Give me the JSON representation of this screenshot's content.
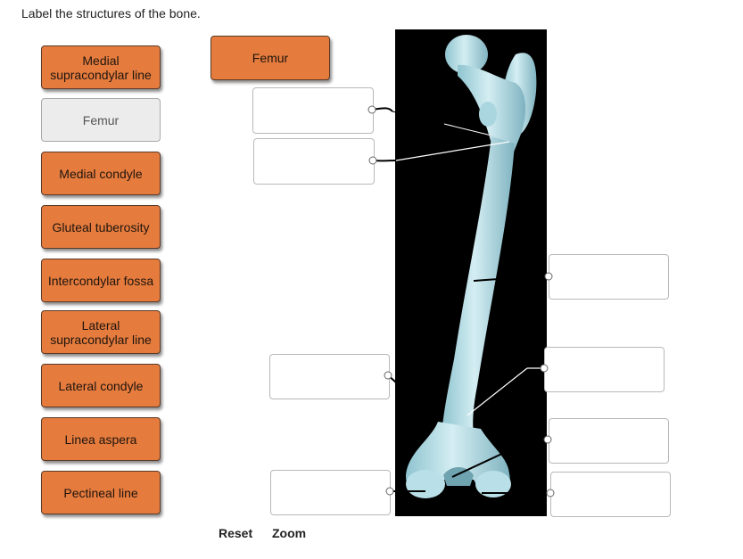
{
  "instruction": "Label the structures of the bone.",
  "label_bank": [
    {
      "label": "Medial supracondylar line",
      "state": "available"
    },
    {
      "label": "Femur",
      "state": "used"
    },
    {
      "label": "Medial condyle",
      "state": "available"
    },
    {
      "label": "Gluteal tuberosity",
      "state": "available"
    },
    {
      "label": "Intercondylar fossa",
      "state": "available"
    },
    {
      "label": "Lateral supracondylar line",
      "state": "available"
    },
    {
      "label": "Lateral condyle",
      "state": "available"
    },
    {
      "label": "Linea aspera",
      "state": "available"
    },
    {
      "label": "Pectineal line",
      "state": "available"
    }
  ],
  "placed_label": {
    "label": "Femur"
  },
  "drop_targets": [
    {
      "label": ""
    },
    {
      "label": ""
    },
    {
      "label": ""
    },
    {
      "label": ""
    },
    {
      "label": ""
    },
    {
      "label": ""
    },
    {
      "label": ""
    }
  ],
  "controls": {
    "reset": "Reset",
    "zoom": "Zoom"
  },
  "colors": {
    "tile_available": "#e57c3e",
    "tile_used": "#ececec",
    "bone_background": "#000000",
    "bone": "#bfe3ea"
  }
}
